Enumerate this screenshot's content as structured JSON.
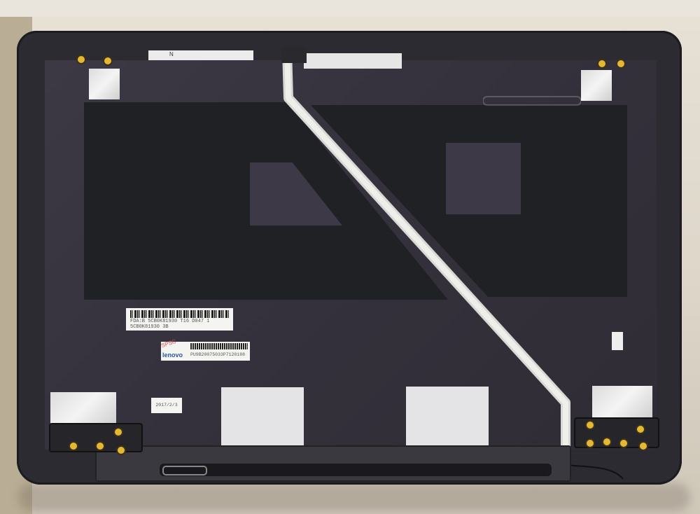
{
  "scene": {
    "subject": "laptop-lcd-rear-cover",
    "colors": {
      "background": "#ddd6c9",
      "cover": "#3a3641",
      "insulation_pad": "#1f2125",
      "tape": "#e6e6e6",
      "screw": "#e4b830"
    }
  },
  "labels": {
    "serial_line1": "FDA:B  5CB0K81930  T16 D047  1",
    "serial_line2": "5CB0K81930 3B",
    "spsc": "SPSC",
    "brand": "lenovo",
    "part_number": "PU9B20075033P7120188",
    "date": "2017/2/3",
    "tape_top": "N"
  }
}
